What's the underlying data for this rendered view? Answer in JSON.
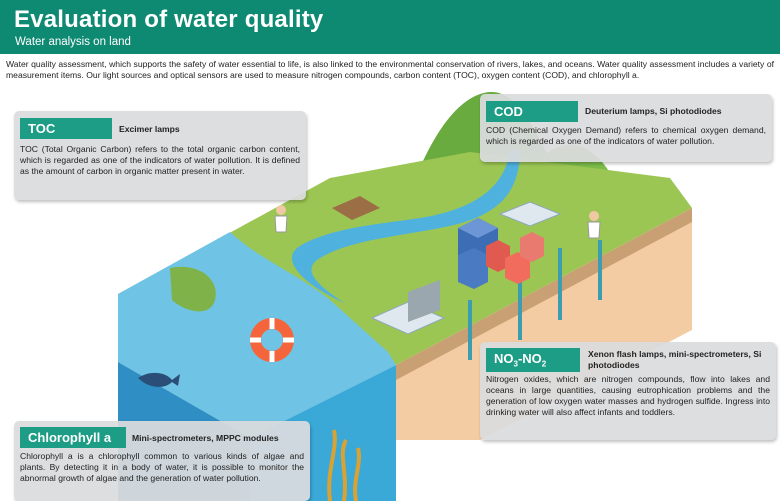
{
  "header": {
    "title": "Evaluation of water quality",
    "subtitle": "Water analysis on land"
  },
  "intro": "Water quality assessment, which supports the safety of water essential to life, is also linked to the environmental conservation of rivers, lakes, and oceans. Water quality assessment includes a variety of measurement items. Our light sources and optical sensors are used to measure nitrogen compounds, carbon content (TOC), oxygen content (COD), and chlorophyll a.",
  "cards": {
    "toc": {
      "tag": "TOC",
      "sensor": "Excimer lamps",
      "description": "TOC (Total Organic Carbon) refers to the total organic carbon content, which is regarded as one of the indicators of water pollution. It is defined as the amount of carbon in organic matter present in water."
    },
    "cod": {
      "tag": "COD",
      "sensor": "Deuterium lamps, Si photodiodes",
      "description": "COD (Chemical Oxygen Demand) refers to chemical oxygen demand, which is regarded as one of the indicators of water pollution."
    },
    "nox": {
      "tag_main": "NO",
      "tag_sub1": "3",
      "tag_mid": "-NO",
      "tag_sub2": "2",
      "sensor": "Xenon flash lamps, mini-spectrometers, Si photodiodes",
      "description": "Nitrogen oxides, which are nitrogen compounds, flow into lakes and oceans in large quantities, causing eutrophication problems and the generation of low oxygen water masses and hydrogen sulfide. Ingress into drinking water will also affect infants and toddlers."
    },
    "chlorophyll": {
      "tag": "Chlorophyll a",
      "sensor": "Mini-spectrometers, MPPC modules",
      "description": "Chlorophyll a is a chlorophyll common to various kinds of algae and plants. By detecting it in a body of water, it is possible to monitor the abnormal growth of algae and the generation of water pollution."
    }
  },
  "colors": {
    "header": "#0f8a72",
    "tag": "#1d9d86",
    "grass": "#8fbf4a",
    "water": "#3aa9d8",
    "soil": "#f2c9a0",
    "hill": "#5a9e3a"
  }
}
